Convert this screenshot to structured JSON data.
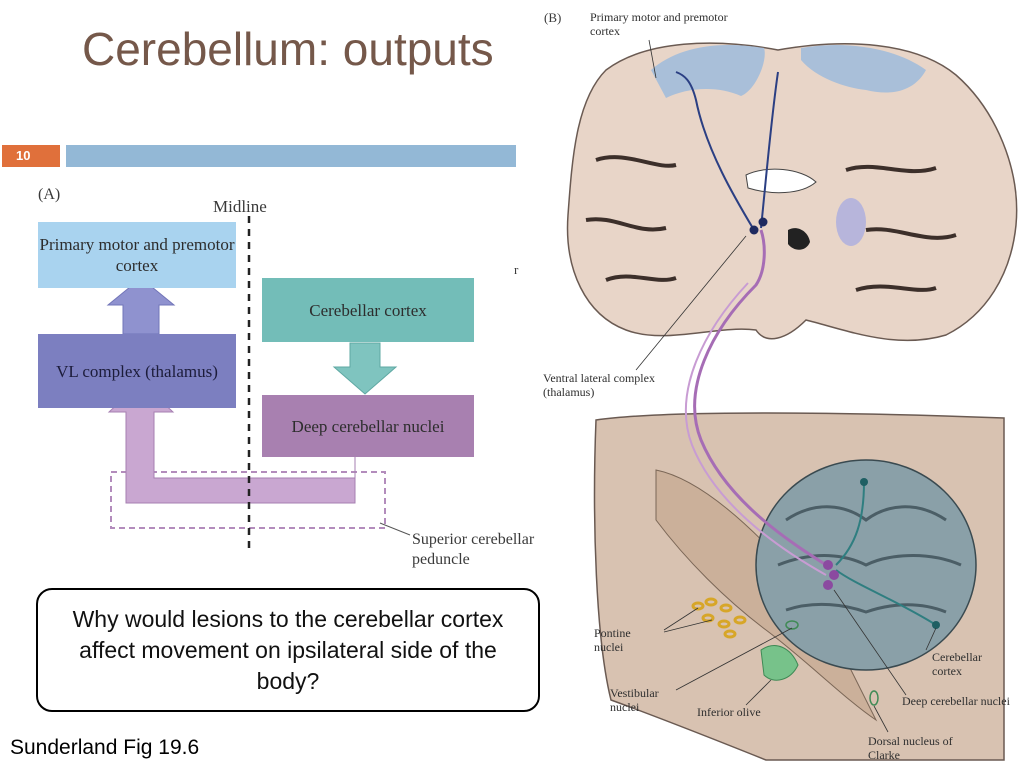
{
  "slide": {
    "title": "Cerebellum: outputs",
    "slide_number": "10",
    "question": "Why would lesions to the cerebellar cortex affect movement on ipsilateral side of the body?",
    "credit": "Sunderland Fig 19.6"
  },
  "panel_a": {
    "panel_label": "(A)",
    "midline_label": "Midline",
    "boxes": {
      "primary_motor": "Primary motor and premotor cortex",
      "vl_complex": "VL complex (thalamus)",
      "cerebellar_cortex": "Cerebellar cortex",
      "deep_nuclei": "Deep cerebellar nuclei"
    },
    "peduncle_label": "Superior cerebellar peduncle",
    "stray_char": "r",
    "colors": {
      "primary_motor": "#a9d3ef",
      "vl_complex": "#7c7fc0",
      "cerebellar_cortex": "#73bdb8",
      "deep_nuclei": "#a880b0",
      "pathway": "#c8a4cf"
    }
  },
  "panel_b": {
    "panel_label": "(B)",
    "labels": {
      "primary_motor": "Primary motor and premotor cortex",
      "ventral_lateral": "Ventral lateral complex (thalamus)",
      "pontine": "Pontine nuclei",
      "vestibular": "Vestibular nuclei",
      "inferior_olive": "Inferior olive",
      "cerebellar_cortex": "Cerebellar cortex",
      "deep_nuclei": "Deep cerebellar nuclei",
      "dorsal_nucleus": "Dorsal nucleus of Clarke"
    }
  }
}
